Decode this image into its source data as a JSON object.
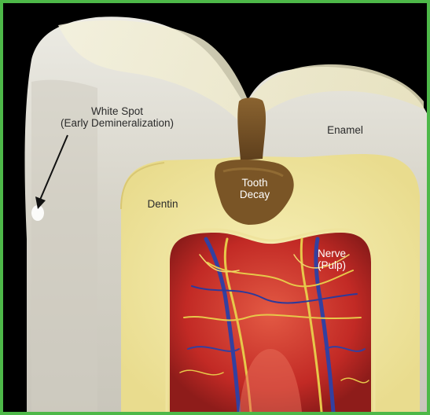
{
  "figure": {
    "labels": {
      "white_spot": {
        "line1": "White Spot",
        "line2": "(Early Demineralization)"
      },
      "enamel": "Enamel",
      "dentin": "Dentin",
      "tooth_decay": {
        "line1": "Tooth",
        "line2": "Decay"
      },
      "nerve": {
        "line1": "Nerve",
        "line2": "(Pulp)"
      }
    },
    "colors": {
      "border": "#4db848",
      "background": "#000000",
      "enamel": "#d9d6cc",
      "dentin": "#f3eaa6",
      "decay": "#7a5526",
      "pulp": "#c8322b",
      "nerve_blue": "#3340a0",
      "nerve_yellow": "#e7c84a"
    }
  }
}
